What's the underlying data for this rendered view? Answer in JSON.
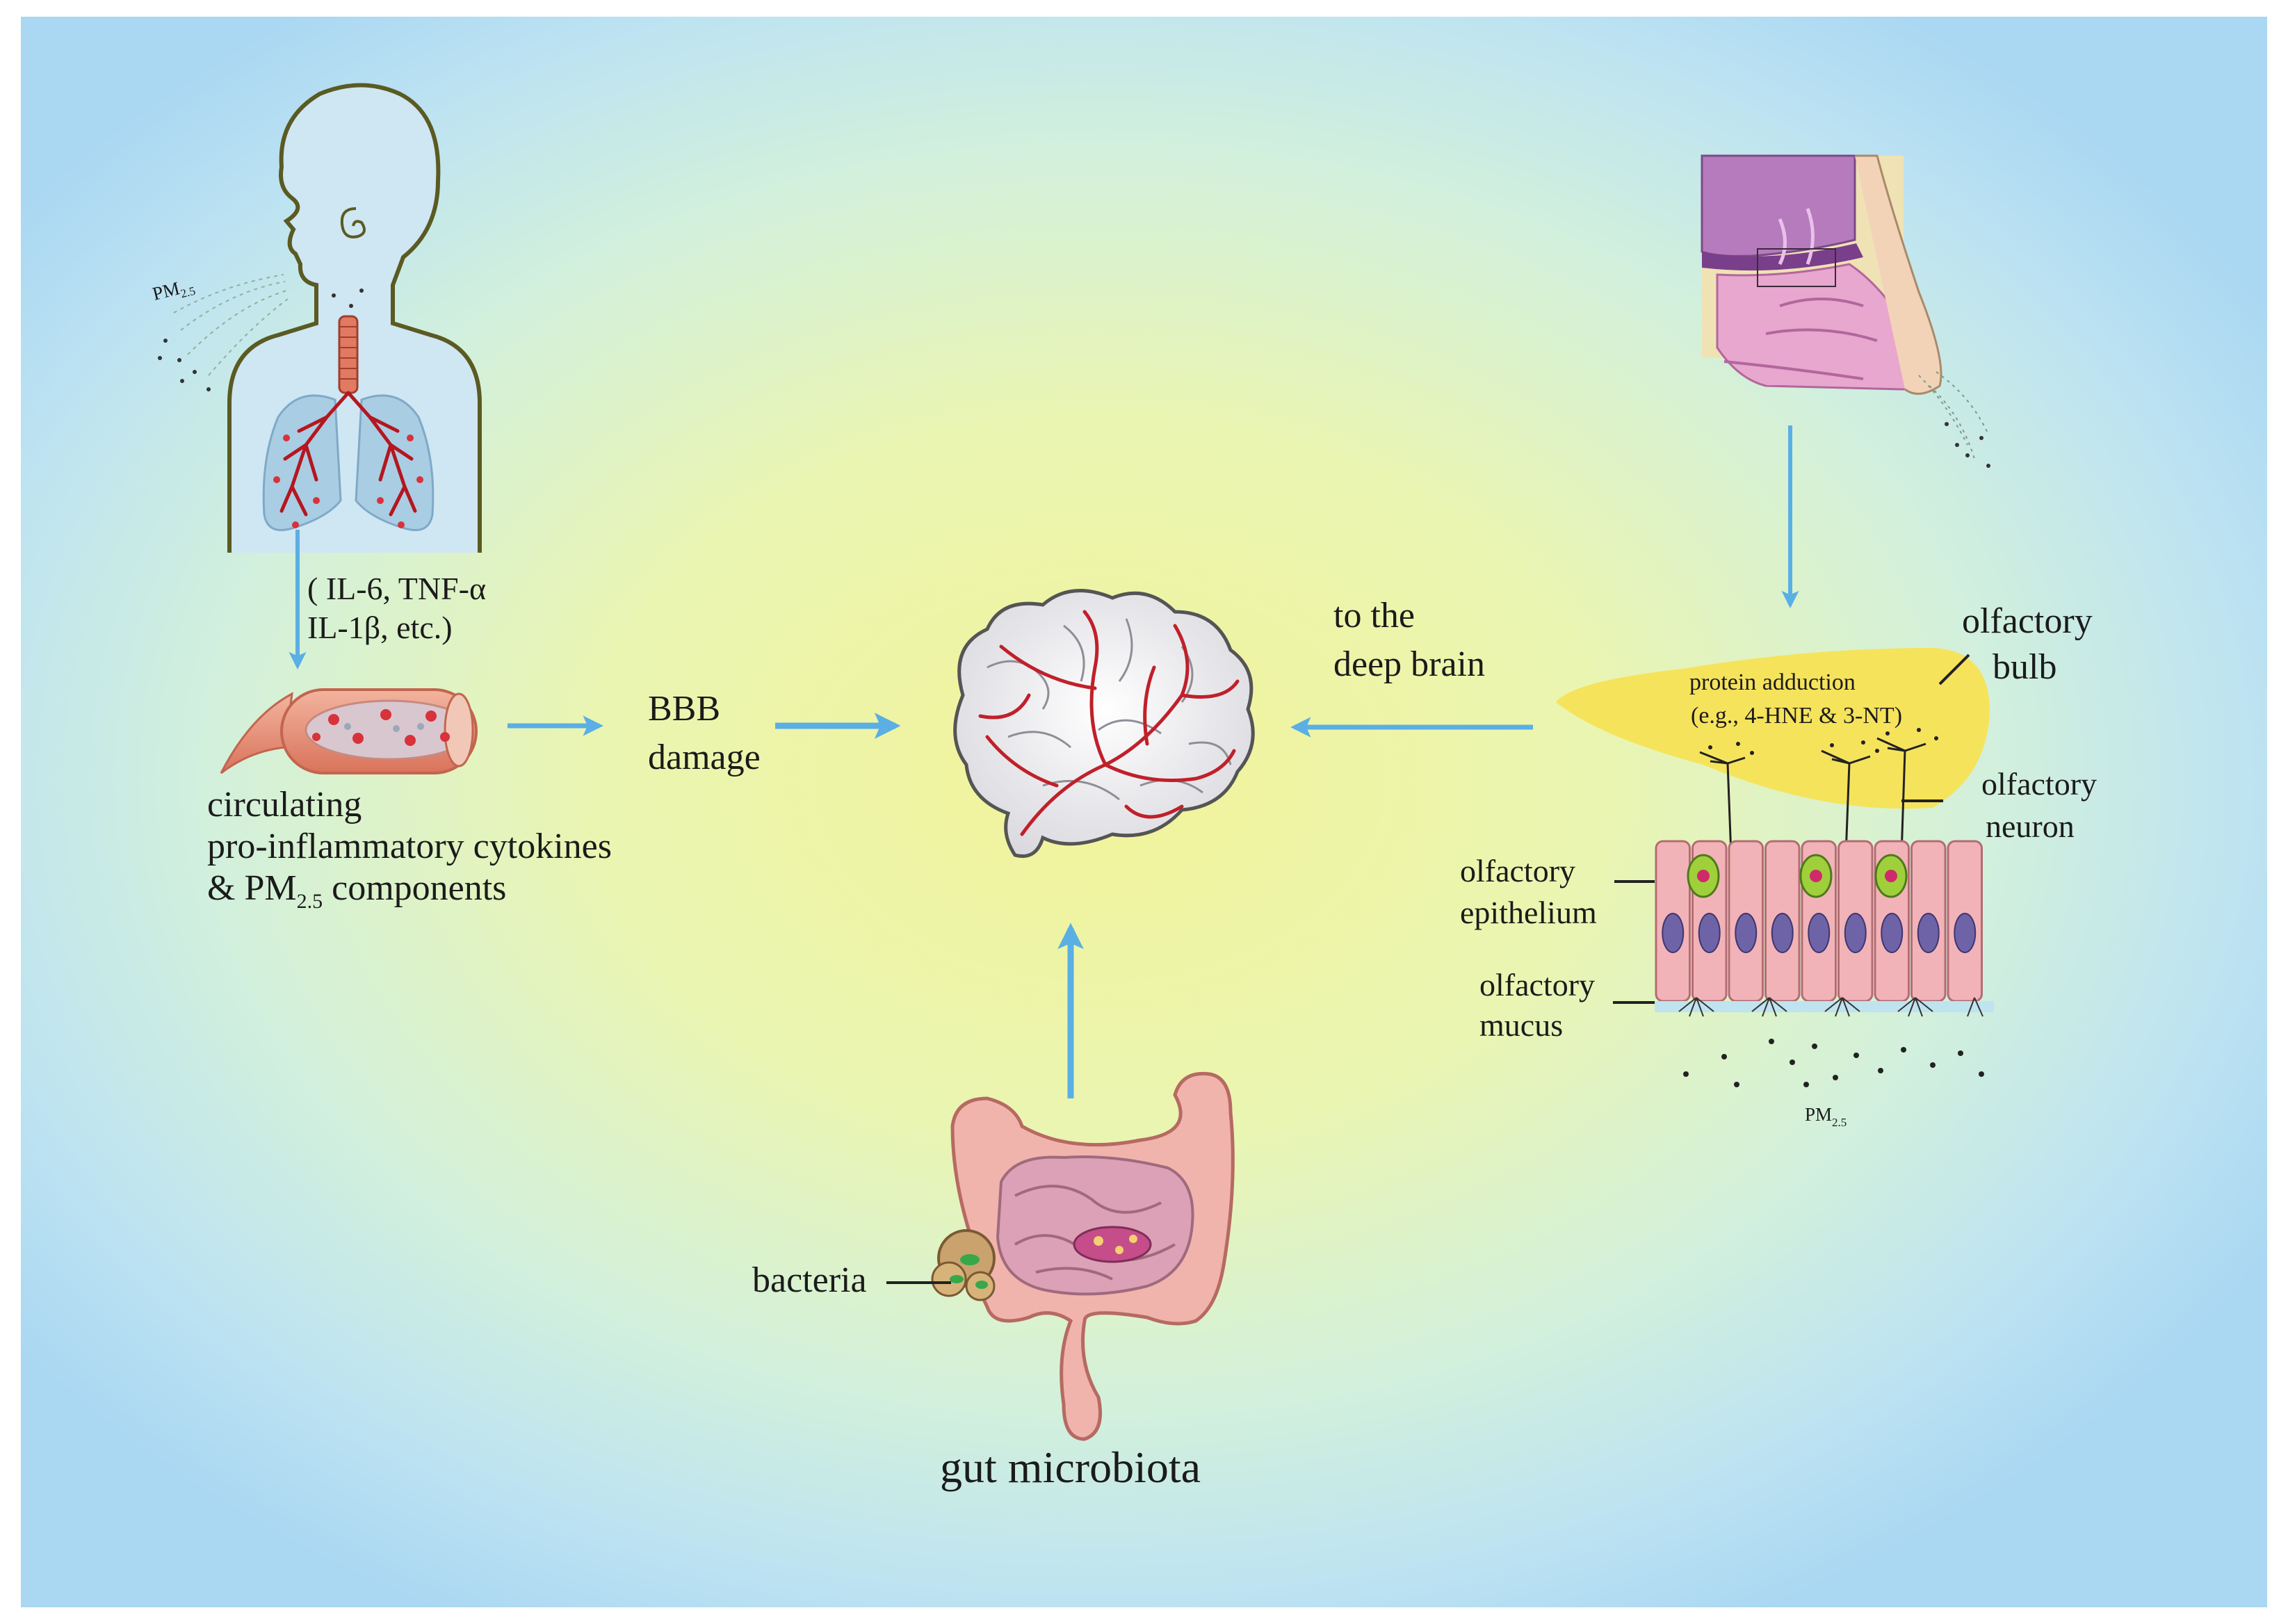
{
  "lung_section": {
    "pm_label": "PM",
    "pm_sub": "2.5",
    "cytokine_line1": "( IL-6, TNF-α",
    "cytokine_line2": "IL-1β, etc.)"
  },
  "vessel_section": {
    "line1": "circulating",
    "line2": "pro-inflammatory cytokines",
    "line3_prefix": "& PM",
    "line3_sub": "2.5",
    "line3_suffix": " components"
  },
  "bbb": {
    "line1": "BBB",
    "line2": "damage"
  },
  "deep_brain": {
    "line1": "to the",
    "line2": "deep brain"
  },
  "olfactory": {
    "bulb_line1": "olfactory",
    "bulb_line2": "bulb",
    "protein_line1": "protein adduction",
    "protein_line2": "(e.g., 4-HNE & 3-NT)",
    "neuron_line1": "olfactory",
    "neuron_line2": "neuron",
    "epithelium_line1": "olfactory",
    "epithelium_line2": "epithelium",
    "mucus_line1": "olfactory",
    "mucus_line2": "mucus",
    "pm_label": "PM",
    "pm_sub": "2.5"
  },
  "gut": {
    "bacteria_label": "bacteria",
    "title": "gut microbiota"
  },
  "colors": {
    "arrow": "#5aafe4",
    "vessel_red": "#c0202a",
    "body_fill": "#cfe6f3",
    "body_outline": "#5a5a22",
    "bulb": "#f6e35c",
    "epithelium": "#f2b3b8",
    "nucleus": "#6f63a8",
    "intestine": "#f0b4ad",
    "brain_fill": "#eeeeee",
    "neuron_cell": "#9fd03c"
  }
}
